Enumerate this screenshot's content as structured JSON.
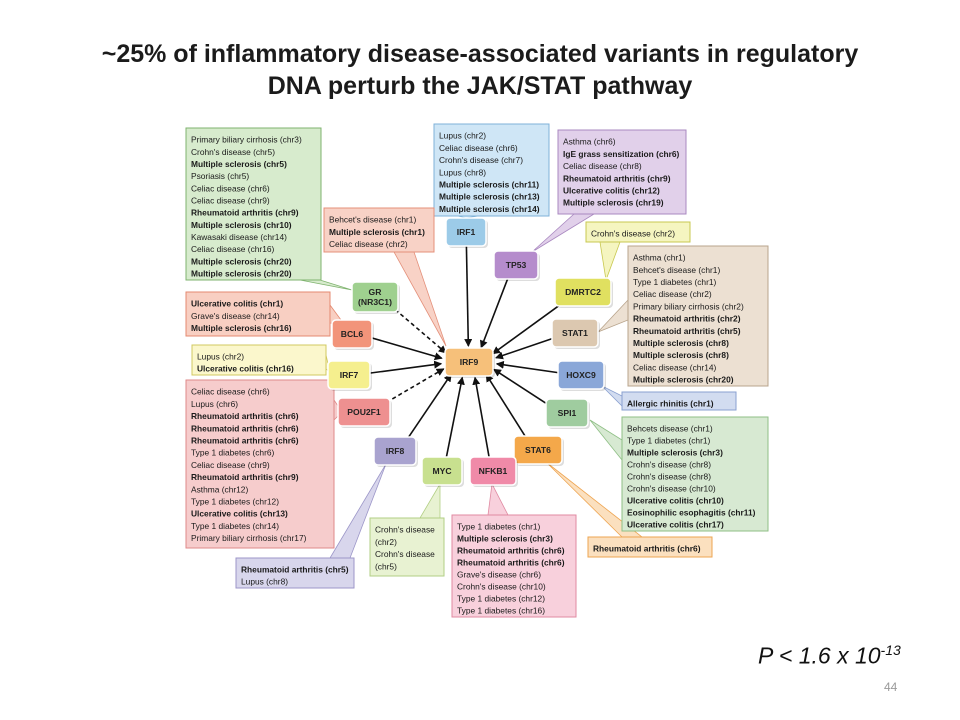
{
  "slide": {
    "title_line1": "~25% of inflammatory disease-associated variants in regulatory",
    "title_line2": "DNA perturb the JAK/STAT pathway",
    "pvalue_prefix": "P < 1.6 x 10",
    "pvalue_exponent": "-13",
    "slide_number": "44"
  },
  "diagram": {
    "center": {
      "label": "IRF9",
      "color": "#f6c07a"
    },
    "genes": [
      {
        "id": "gr",
        "label": "GR\n(NR3C1)",
        "color": "#9fd08f",
        "dashed": true
      },
      {
        "id": "irf1",
        "label": "IRF1",
        "color": "#9ccbe8",
        "dashed": false
      },
      {
        "id": "tp53",
        "label": "TP53",
        "color": "#b58ccc",
        "dashed": false
      },
      {
        "id": "dmrtc2",
        "label": "DMRTC2",
        "color": "#e0e060",
        "dashed": false
      },
      {
        "id": "stat1",
        "label": "STAT1",
        "color": "#dcc8b0",
        "dashed": false
      },
      {
        "id": "hoxc9",
        "label": "HOXC9",
        "color": "#8aa7d8",
        "dashed": false
      },
      {
        "id": "spi1",
        "label": "SPI1",
        "color": "#9fcc9f",
        "dashed": false
      },
      {
        "id": "stat6",
        "label": "STAT6",
        "color": "#f4a84a",
        "dashed": false
      },
      {
        "id": "nfkb1",
        "label": "NFKB1",
        "color": "#f08aa8",
        "dashed": false
      },
      {
        "id": "myc",
        "label": "MYC",
        "color": "#c8e08f",
        "dashed": false
      },
      {
        "id": "irf8",
        "label": "IRF8",
        "color": "#a9a3cf",
        "dashed": false
      },
      {
        "id": "pou2f1",
        "label": "POU2F1",
        "color": "#ee9090",
        "dashed": true
      },
      {
        "id": "irf7",
        "label": "IRF7",
        "color": "#f5ef8e",
        "dashed": false
      },
      {
        "id": "bcl6",
        "label": "BCL6",
        "color": "#f2947a",
        "dashed": false
      }
    ],
    "boxes": [
      {
        "gene": "gr",
        "color": "#d7ebcd",
        "border": "#7fb36f",
        "lines": [
          {
            "t": "Primary biliary cirrhosis (chr3)",
            "b": false
          },
          {
            "t": "Crohn's disease (chr5)",
            "b": false
          },
          {
            "t": "Multiple sclerosis (chr5)",
            "b": true
          },
          {
            "t": "Psoriasis (chr5)",
            "b": false
          },
          {
            "t": "Celiac disease (chr6)",
            "b": false
          },
          {
            "t": "Celiac disease (chr9)",
            "b": false
          },
          {
            "t": "Rheumatoid arthritis (chr9)",
            "b": true
          },
          {
            "t": "Multiple sclerosis (chr10)",
            "b": true
          },
          {
            "t": "Kawasaki disease (chr14)",
            "b": false
          },
          {
            "t": "Celiac disease (chr16)",
            "b": false
          },
          {
            "t": "Multiple sclerosis (chr20)",
            "b": true
          },
          {
            "t": "Multiple sclerosis (chr20)",
            "b": true
          }
        ]
      },
      {
        "gene": "irf1",
        "color": "#cfe6f6",
        "border": "#7fb2d8",
        "lines": [
          {
            "t": "Lupus (chr2)",
            "b": false
          },
          {
            "t": "Celiac disease (chr6)",
            "b": false
          },
          {
            "t": "Crohn's disease (chr7)",
            "b": false
          },
          {
            "t": "Lupus (chr8)",
            "b": false
          },
          {
            "t": "Multiple sclerosis (chr11)",
            "b": true
          },
          {
            "t": "Multiple sclerosis (chr13)",
            "b": true
          },
          {
            "t": "Multiple sclerosis (chr14)",
            "b": true
          }
        ]
      },
      {
        "gene": "tp53",
        "color": "#e1d0ea",
        "border": "#a988c0",
        "lines": [
          {
            "t": "Asthma (chr6)",
            "b": false
          },
          {
            "t": "IgE grass sensitization (chr6)",
            "b": true
          },
          {
            "t": "Celiac disease (chr8)",
            "b": false
          },
          {
            "t": "Rheumatoid arthritis (chr9)",
            "b": true
          },
          {
            "t": "Ulcerative colitis (chr12)",
            "b": true
          },
          {
            "t": "Multiple sclerosis (chr19)",
            "b": true
          }
        ]
      },
      {
        "gene": "bcl6",
        "color": "#f8d2c6",
        "border": "#e4907a",
        "lines": [
          {
            "t": "Behcet's disease (chr1)",
            "b": false
          },
          {
            "t": "Multiple sclerosis (chr1)",
            "b": true
          },
          {
            "t": "Celiac disease (chr2)",
            "b": false
          }
        ]
      },
      {
        "gene": "dmrtc2",
        "color": "#f5f5c0",
        "border": "#c8c850",
        "lines": [
          {
            "t": "Crohn's disease (chr2)",
            "b": false
          }
        ]
      },
      {
        "gene": "stat1",
        "color": "#ece0d2",
        "border": "#b8a48c",
        "lines": [
          {
            "t": "Asthma (chr1)",
            "b": false
          },
          {
            "t": "Behcet's disease (chr1)",
            "b": false
          },
          {
            "t": "Type 1 diabetes (chr1)",
            "b": false
          },
          {
            "t": "Celiac disease (chr2)",
            "b": false
          },
          {
            "t": "Primary biliary cirrhosis (chr2)",
            "b": false
          },
          {
            "t": "Rheumatoid arthritis (chr2)",
            "b": true
          },
          {
            "t": "Rheumatoid arthritis (chr5)",
            "b": true
          },
          {
            "t": "Multiple sclerosis (chr8)",
            "b": true
          },
          {
            "t": "Multiple sclerosis (chr8)",
            "b": true
          },
          {
            "t": "Celiac disease (chr14)",
            "b": false
          },
          {
            "t": "Multiple sclerosis (chr20)",
            "b": true
          }
        ]
      },
      {
        "gene": "bcl6",
        "color": "#f8cfc2",
        "border": "#e48a70",
        "lines": [
          {
            "t": "Ulcerative colitis (chr1)",
            "b": true
          },
          {
            "t": "Grave's disease (chr14)",
            "b": false
          },
          {
            "t": "Multiple sclerosis (chr16)",
            "b": true
          }
        ]
      },
      {
        "gene": "irf7",
        "color": "#fbf7cc",
        "border": "#d0c860",
        "lines": [
          {
            "t": "Lupus (chr2)",
            "b": false
          },
          {
            "t": "Ulcerative colitis (chr16)",
            "b": true
          }
        ]
      },
      {
        "gene": "hoxc9",
        "color": "#d2dcf0",
        "border": "#8aa0d0",
        "lines": [
          {
            "t": "Allergic rhinitis (chr1)",
            "b": true
          }
        ]
      },
      {
        "gene": "pou2f1",
        "color": "#f6cccc",
        "border": "#df8a8a",
        "lines": [
          {
            "t": "Celiac disease (chr6)",
            "b": false
          },
          {
            "t": "Lupus (chr6)",
            "b": false
          },
          {
            "t": "Rheumatoid arthritis (chr6)",
            "b": true
          },
          {
            "t": "Rheumatoid arthritis (chr6)",
            "b": true
          },
          {
            "t": "Rheumatoid arthritis (chr6)",
            "b": true
          },
          {
            "t": "Type 1 diabetes (chr6)",
            "b": false
          },
          {
            "t": "Celiac disease (chr9)",
            "b": false
          },
          {
            "t": "Rheumatoid arthritis (chr9)",
            "b": true
          },
          {
            "t": "Asthma (chr12)",
            "b": false
          },
          {
            "t": "Type 1 diabetes (chr12)",
            "b": false
          },
          {
            "t": "Ulcerative colitis (chr13)",
            "b": true
          },
          {
            "t": "Type 1 diabetes (chr14)",
            "b": false
          },
          {
            "t": "Primary biliary cirrhosis (chr17)",
            "b": false
          }
        ]
      },
      {
        "gene": "spi1",
        "color": "#d7e9d2",
        "border": "#8fbf86",
        "lines": [
          {
            "t": "Behcets disease (chr1)",
            "b": false
          },
          {
            "t": "Type 1 diabetes (chr1)",
            "b": false
          },
          {
            "t": "Multiple sclerosis (chr3)",
            "b": true
          },
          {
            "t": "Crohn's disease (chr8)",
            "b": false
          },
          {
            "t": "Crohn's disease (chr8)",
            "b": false
          },
          {
            "t": "Crohn's disease (chr10)",
            "b": false
          },
          {
            "t": "Ulcerative colitis (chr10)",
            "b": true
          },
          {
            "t": "Eosinophilic esophagitis (chr11)",
            "b": true
          },
          {
            "t": "Ulcerative colitis (chr17)",
            "b": true
          }
        ]
      },
      {
        "gene": "myc",
        "color": "#e8f2d2",
        "border": "#b2cf84",
        "lines": [
          {
            "t": "Crohn's disease",
            "b": false
          },
          {
            "t": "(chr2)",
            "b": false
          },
          {
            "t": "Crohn's disease",
            "b": false
          },
          {
            "t": "(chr5)",
            "b": false
          }
        ]
      },
      {
        "gene": "nfkb1",
        "color": "#f8d0dc",
        "border": "#e08aa2",
        "lines": [
          {
            "t": "Type 1 diabetes (chr1)",
            "b": false
          },
          {
            "t": "Multiple sclerosis (chr3)",
            "b": true
          },
          {
            "t": "Rheumatoid arthritis (chr6)",
            "b": true
          },
          {
            "t": "Rheumatoid arthritis (chr6)",
            "b": true
          },
          {
            "t": "Grave's disease (chr6)",
            "b": false
          },
          {
            "t": "Crohn's disease (chr10)",
            "b": false
          },
          {
            "t": "Type 1 diabetes (chr12)",
            "b": false
          },
          {
            "t": "Type 1 diabetes (chr16)",
            "b": false
          }
        ]
      },
      {
        "gene": "irf8",
        "color": "#d8d6ec",
        "border": "#9c96c8",
        "lines": [
          {
            "t": "Rheumatoid arthritis (chr5)",
            "b": true
          },
          {
            "t": "Lupus (chr8)",
            "b": false
          }
        ]
      },
      {
        "gene": "stat6",
        "color": "#fbe0bf",
        "border": "#eea552",
        "lines": [
          {
            "t": "Rheumatoid arthritis (chr6)",
            "b": true
          }
        ]
      }
    ]
  }
}
